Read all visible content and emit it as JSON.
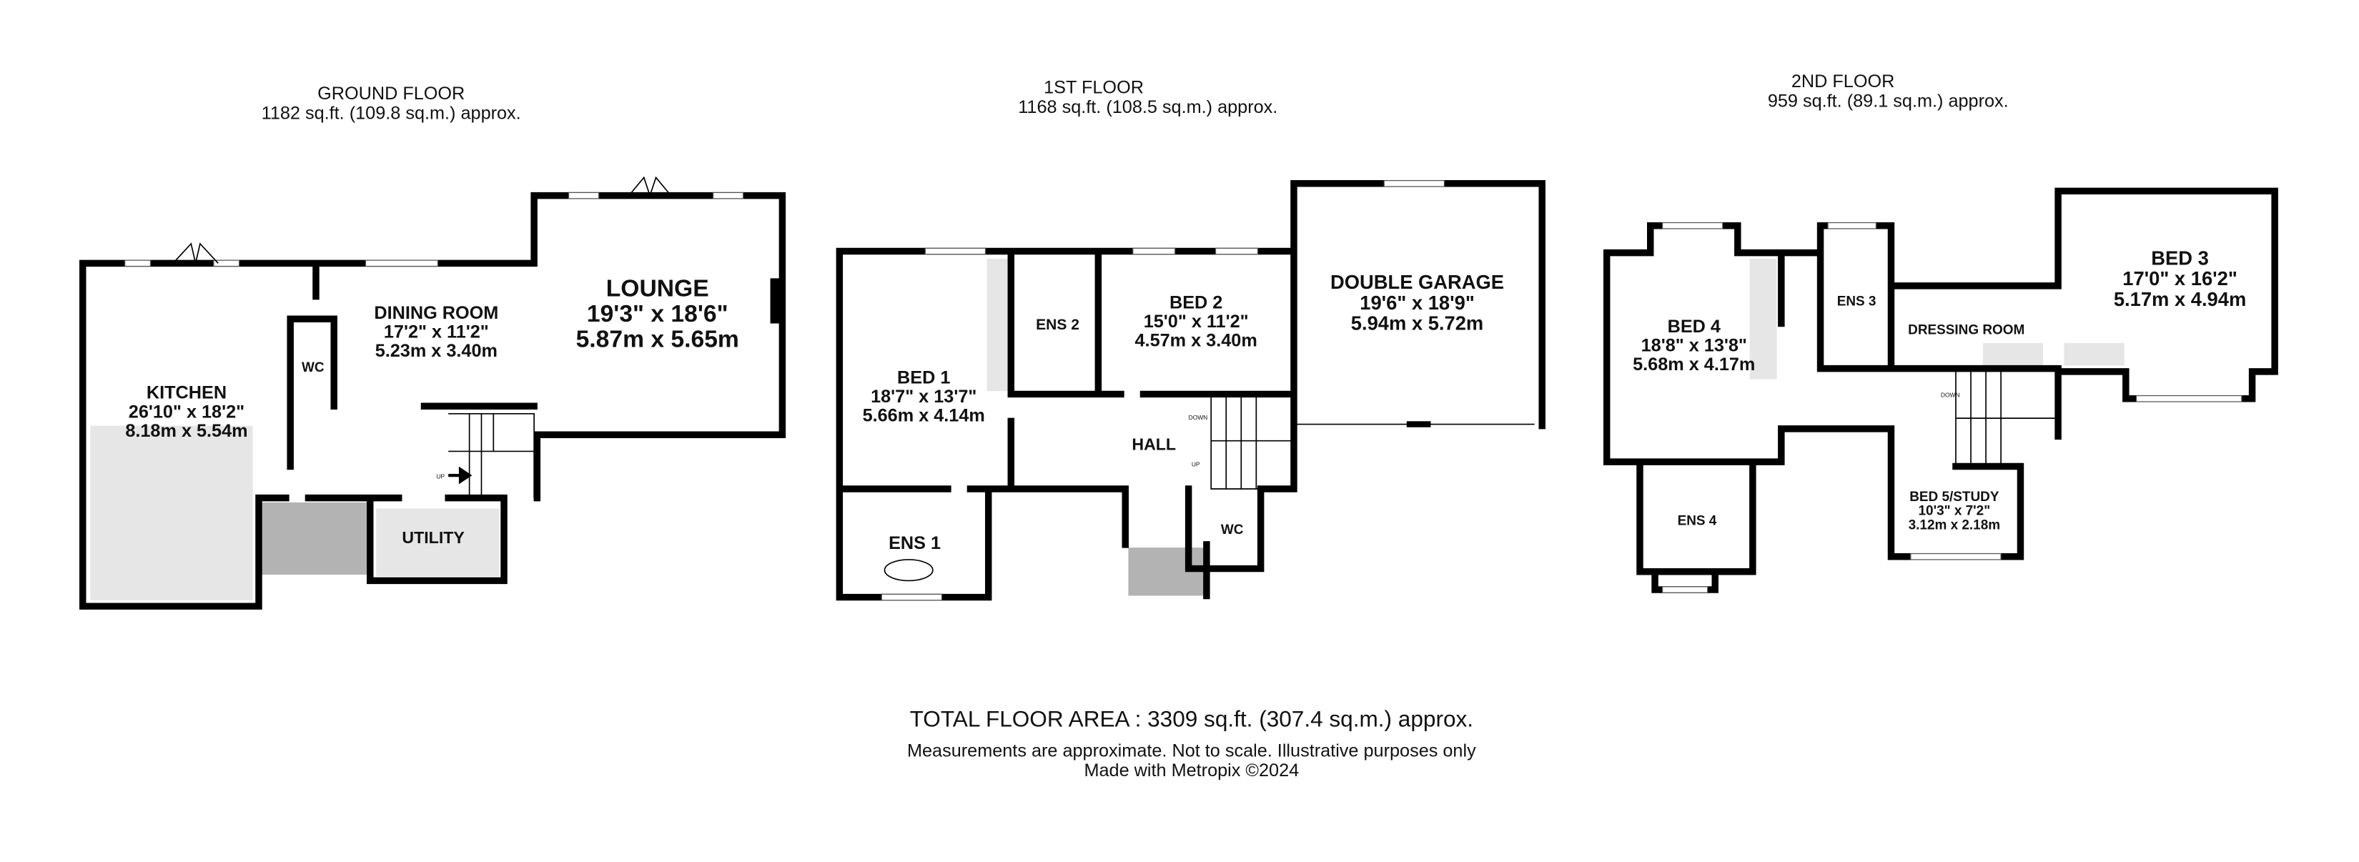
{
  "floors": [
    {
      "title": "GROUND FLOOR",
      "area": "1182 sq.ft. (109.8 sq.m.) approx."
    },
    {
      "title": "1ST FLOOR",
      "area": "1168 sq.ft. (108.5 sq.m.) approx."
    },
    {
      "title": "2ND FLOOR",
      "area": "959 sq.ft. (89.1 sq.m.) approx."
    }
  ],
  "rooms": [
    {
      "name": "KITCHEN",
      "imperial": "26'10\"  x 18'2\"",
      "metric": "8.18m  x 5.54m"
    },
    {
      "name": "DINING ROOM",
      "imperial": "17'2\"  x 11'2\"",
      "metric": "5.23m  x 3.40m"
    },
    {
      "name": "LOUNGE",
      "imperial": "19'3\"  x 18'6\"",
      "metric": "5.87m  x 5.65m"
    },
    {
      "name": "WC"
    },
    {
      "name": "UTILITY"
    },
    {
      "name": "BED 1",
      "imperial": "18'7\"  x 13'7\"",
      "metric": "5.66m  x 4.14m"
    },
    {
      "name": "ENS 2"
    },
    {
      "name": "BED 2",
      "imperial": "15'0\"  x 11'2\"",
      "metric": "4.57m  x 3.40m"
    },
    {
      "name": "DOUBLE GARAGE",
      "imperial": "19'6\"  x 18'9\"",
      "metric": "5.94m  x 5.72m"
    },
    {
      "name": "HALL"
    },
    {
      "name": "ENS 1"
    },
    {
      "name": "WC"
    },
    {
      "name": "BED 4",
      "imperial": "18'8\"  x 13'8\"",
      "metric": "5.68m  x 4.17m"
    },
    {
      "name": "ENS 3"
    },
    {
      "name": "DRESSING ROOM"
    },
    {
      "name": "BED 3",
      "imperial": "17'0\"  x 16'2\"",
      "metric": "5.17m  x 4.94m"
    },
    {
      "name": "ENS 4"
    },
    {
      "name": "BED 5/STUDY",
      "imperial": "10'3\"  x 7'2\"",
      "metric": "3.12m  x 2.18m"
    }
  ],
  "stairs": {
    "up": "UP",
    "down": "DOWN"
  },
  "footer": {
    "total": "TOTAL FLOOR AREA : 3309 sq.ft. (307.4 sq.m.) approx.",
    "disclaimer": "Measurements are approximate.  Not to scale.  Illustrative purposes only",
    "credit": "Made with Metropix ©2024"
  }
}
